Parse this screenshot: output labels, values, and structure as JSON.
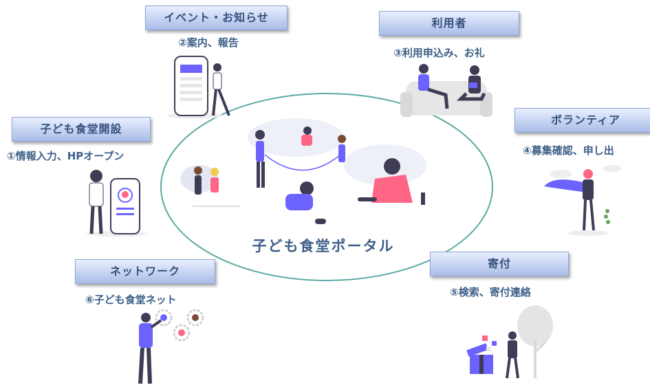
{
  "center": {
    "title": "子ども食堂ポータル"
  },
  "nodes": [
    {
      "id": "events",
      "label": "イベント・お知らせ",
      "caption": "②案内、報告"
    },
    {
      "id": "users",
      "label": "利用者",
      "caption": "③利用申込み、お礼"
    },
    {
      "id": "opening",
      "label": "子ども食堂開設",
      "caption": "①情報入力、HPオープン"
    },
    {
      "id": "volunteer",
      "label": "ボランティア",
      "caption": "④募集確認、申し出"
    },
    {
      "id": "network",
      "label": "ネットワーク",
      "caption": "⑥子ども食堂ネット"
    },
    {
      "id": "donation",
      "label": "寄付",
      "caption": "⑤検索、寄付連絡"
    }
  ],
  "colors": {
    "accent": "#6c63ff",
    "box_top": "#e9efff",
    "box_bottom": "#a9bde8",
    "text": "#3c5f86",
    "ellipse": "#5aa9a3"
  }
}
